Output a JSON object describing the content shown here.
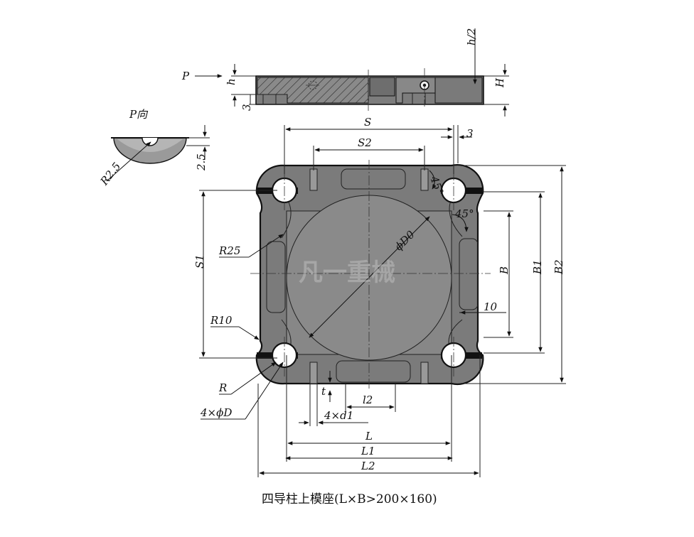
{
  "caption": "四导柱上模座(L×B>200×160)",
  "watermark": "凡一重械",
  "labels": {
    "P": "P",
    "P_view": "P向",
    "h": "h",
    "h_half": "h/2",
    "H": "H",
    "three_top": "3",
    "three_side": "3",
    "R2_5": "R2.5",
    "d2_5": "2.5",
    "S": "S",
    "S2": "S2",
    "S1": "S1",
    "R25": "R25",
    "R10": "R10",
    "R": "R",
    "D_holes": "4×ϕD",
    "d1_holes": "4×d1",
    "phi_D0": "ϕD0",
    "angle45_a": "45°",
    "angle45_b": "45°",
    "B": "B",
    "B1": "B1",
    "B2": "B2",
    "ten": "10",
    "t": "t",
    "l2": "l2",
    "L": "L",
    "L1": "L1",
    "L2": "L2"
  },
  "colors": {
    "body_fill": "#7b7b7b",
    "body_light": "#8c8c8c",
    "hole_fill": "#ffffff",
    "line": "#111111"
  }
}
